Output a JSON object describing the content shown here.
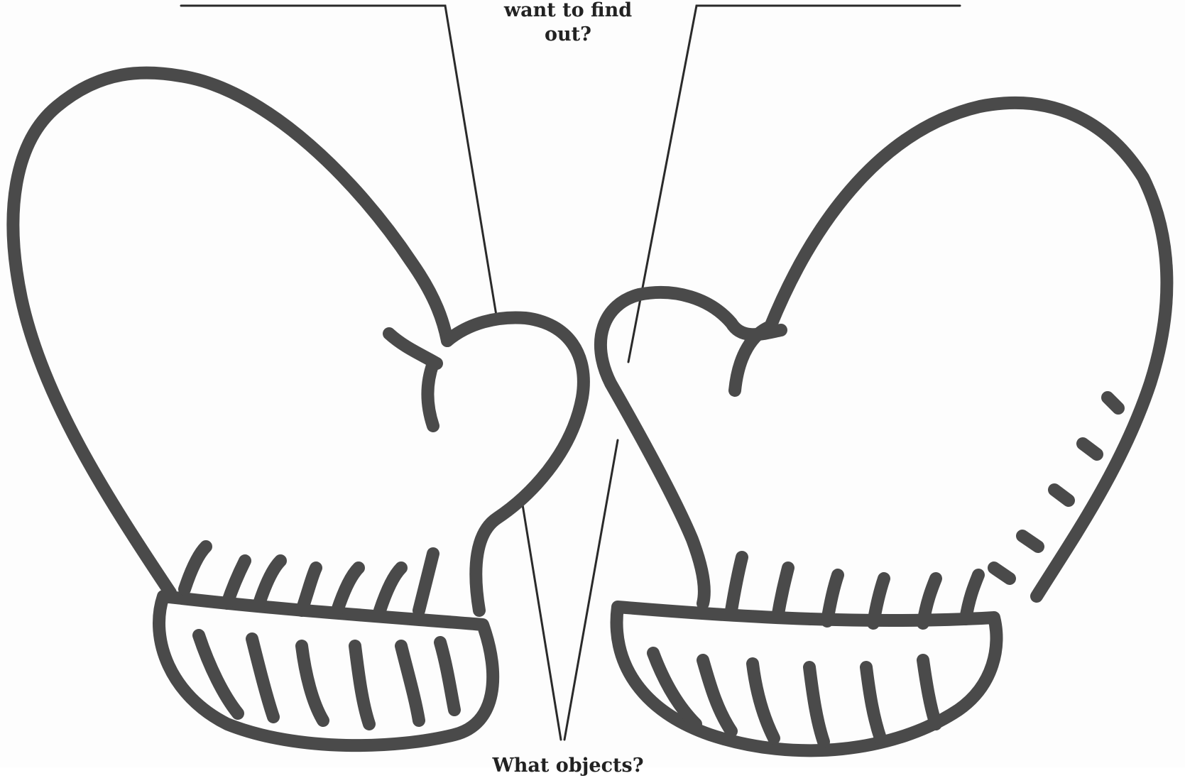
{
  "prompts": {
    "top_line_1": "want to find",
    "top_line_2": "out?",
    "bottom_partial": "What objects?"
  },
  "colors": {
    "outline": "#4a4a4a",
    "leader_line": "#2a2a2a",
    "text": "#222222",
    "background": "#fdfdfd"
  }
}
